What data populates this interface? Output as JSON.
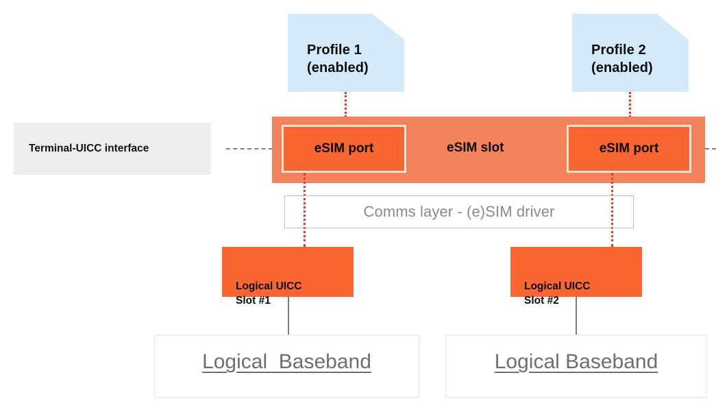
{
  "diagram": {
    "title": "eSIM slot with multiple ports and logical baseband mapping",
    "colors": {
      "profile_fill": "#D4EAFB",
      "slot_fill": "#F2835D",
      "port_fill": "#FA6632",
      "port_border": "#FBE3D6",
      "terminal_fill": "#EDEDED",
      "comms_border": "#BDBDBD",
      "comms_text": "#8A8A8A",
      "dotted_line": "#E23A22",
      "dashed_line": "#808080",
      "solid_line": "#7A7A7A",
      "baseband_border": "#E2E2E2",
      "baseband_text": "#6E6E6E"
    },
    "profiles": [
      {
        "id": "profile-1",
        "line1": "Profile 1",
        "line2": "(enabled)"
      },
      {
        "id": "profile-2",
        "line1": "Profile 2",
        "line2": "(enabled)"
      }
    ],
    "terminal_interface": {
      "label": "Terminal-UICC interface"
    },
    "esim_slot": {
      "label": "eSIM slot",
      "ports": [
        {
          "id": "esim-port-1",
          "label": "eSIM port"
        },
        {
          "id": "esim-port-2",
          "label": "eSIM port"
        }
      ]
    },
    "comms_layer": {
      "label": "Comms layer - (e)SIM driver"
    },
    "uicc_slots": [
      {
        "id": "logical-uicc-slot-1",
        "label": "Logical UICC\nSlot #1"
      },
      {
        "id": "logical-uicc-slot-2",
        "label": "Logical UICC\nSlot #2"
      }
    ],
    "basebands": [
      {
        "id": "logical-baseband-1",
        "label": "Logical  Baseband"
      },
      {
        "id": "logical-baseband-2",
        "label": "Logical Baseband"
      }
    ]
  }
}
